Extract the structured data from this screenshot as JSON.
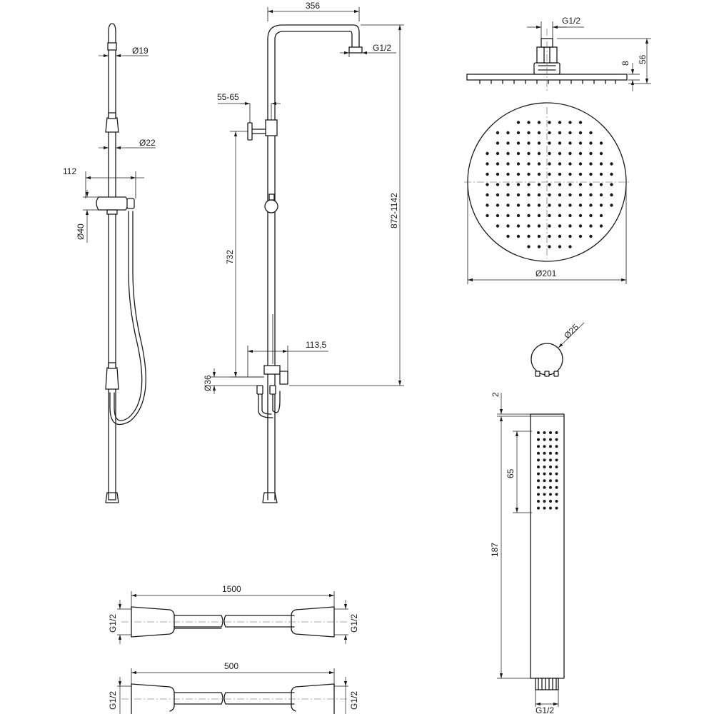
{
  "dimensions": {
    "rail_top_diameter": "Ø19",
    "rail_diameter": "Ø22",
    "slider_width": "112",
    "slider_diameter": "Ø40",
    "arm_length": "356",
    "arm_outlet_thread": "G1/2",
    "wall_offset": "55-65",
    "total_height": "872-1142",
    "mixer_height": "732",
    "spout_projection": "113,5",
    "mixer_body_diameter": "Ø36",
    "head_thread": "G1/2",
    "head_plate_thickness": "8",
    "head_total_height": "56",
    "head_diameter": "Ø201",
    "wall_outlet_diameter": "Ø25",
    "handshower_top_offset": "2",
    "handshower_spray_length": "65",
    "handshower_length": "187",
    "handshower_thread": "G1/2",
    "hose_long_length": "1500",
    "hose_short_length": "500",
    "hose_long_thread_left": "G1/2",
    "hose_long_thread_right": "G1/2",
    "hose_short_thread_left": "G1/2",
    "hose_short_thread_right": "G1/2"
  }
}
